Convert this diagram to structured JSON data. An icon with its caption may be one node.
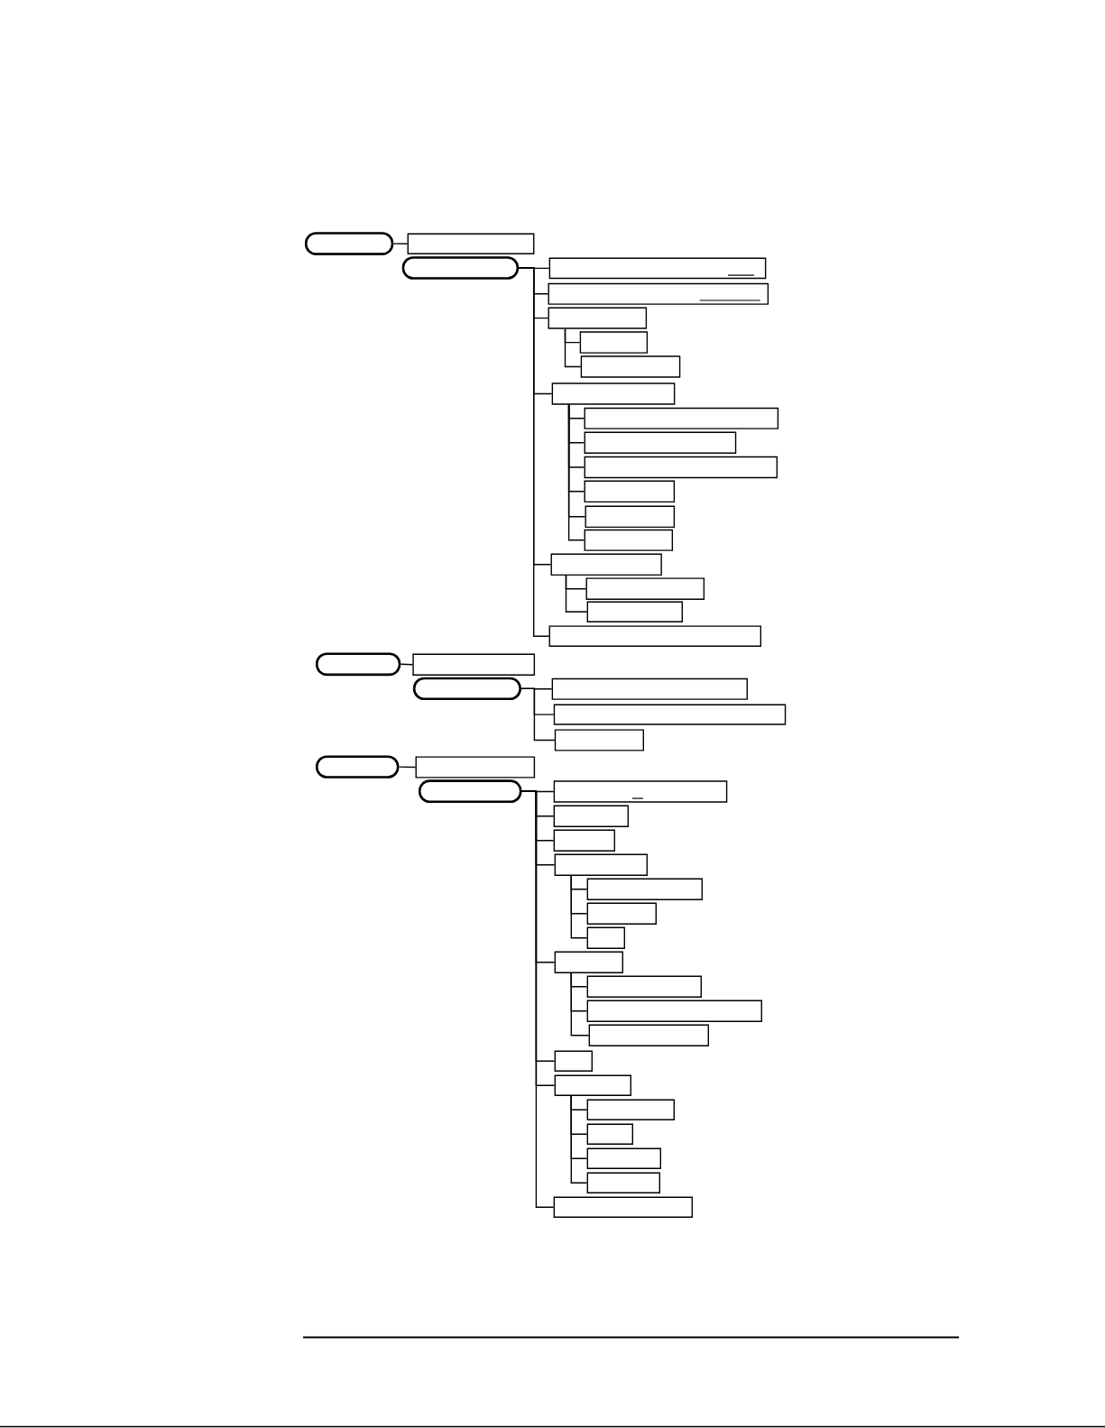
{
  "diagram": {
    "nodes": [
      {
        "text": [],
        "shape": "pill"
      },
      {
        "text": [],
        "shape": "box"
      },
      {
        "text": [],
        "shape": "pill"
      },
      {
        "text": [],
        "shape": "box"
      },
      {
        "text": [],
        "shape": "box"
      },
      {
        "text": [],
        "shape": "box"
      },
      {
        "text": [],
        "shape": "box"
      },
      {
        "text": [],
        "shape": "box"
      },
      {
        "text": [],
        "shape": "box"
      },
      {
        "text": [],
        "shape": "box"
      },
      {
        "text": [],
        "shape": "box"
      },
      {
        "text": [],
        "shape": "box"
      },
      {
        "text": [],
        "shape": "box"
      },
      {
        "text": [],
        "shape": "box"
      },
      {
        "text": [],
        "shape": "box"
      },
      {
        "text": [],
        "shape": "box"
      },
      {
        "text": [],
        "shape": "box"
      },
      {
        "text": [],
        "shape": "box"
      },
      {
        "text": [],
        "shape": "box"
      },
      {
        "text": [],
        "shape": "pill"
      },
      {
        "text": [],
        "shape": "box"
      },
      {
        "text": [],
        "shape": "pill"
      },
      {
        "text": [],
        "shape": "box"
      },
      {
        "text": [],
        "shape": "box"
      },
      {
        "text": [],
        "shape": "box"
      },
      {
        "text": [],
        "shape": "pill"
      },
      {
        "text": [],
        "shape": "box"
      },
      {
        "text": [],
        "shape": "pill"
      },
      {
        "text": [],
        "shape": "box"
      },
      {
        "text": [],
        "shape": "box"
      },
      {
        "text": [],
        "shape": "box"
      },
      {
        "text": [],
        "shape": "box"
      },
      {
        "text": [],
        "shape": "box"
      },
      {
        "text": [],
        "shape": "box"
      },
      {
        "text": [],
        "shape": "box"
      },
      {
        "text": [],
        "shape": "box"
      },
      {
        "text": [],
        "shape": "box"
      },
      {
        "text": [],
        "shape": "box"
      },
      {
        "text": [],
        "shape": "box"
      },
      {
        "text": [],
        "shape": "box"
      },
      {
        "text": [],
        "shape": "box"
      },
      {
        "text": [],
        "shape": "box"
      },
      {
        "text": [],
        "shape": "box"
      },
      {
        "text": [],
        "shape": "box"
      },
      {
        "text": [],
        "shape": "box"
      },
      {
        "text": [],
        "shape": "box"
      }
    ],
    "edges": [
      {
        "from": 0,
        "to": 1,
        "arrow": "none"
      },
      {
        "from": 2,
        "to": 3,
        "arrow": "none"
      },
      {
        "from": 2,
        "to": 4,
        "arrow": "none"
      },
      {
        "from": 2,
        "to": 5,
        "arrow": "none"
      },
      {
        "from": 5,
        "to": 6,
        "arrow": "none"
      },
      {
        "from": 5,
        "to": 7,
        "arrow": "none"
      },
      {
        "from": 2,
        "to": 8,
        "arrow": "none"
      },
      {
        "from": 8,
        "to": 9,
        "arrow": "none"
      },
      {
        "from": 8,
        "to": 10,
        "arrow": "none"
      },
      {
        "from": 8,
        "to": 11,
        "arrow": "none"
      },
      {
        "from": 8,
        "to": 12,
        "arrow": "none"
      },
      {
        "from": 8,
        "to": 13,
        "arrow": "none"
      },
      {
        "from": 8,
        "to": 14,
        "arrow": "none"
      },
      {
        "from": 2,
        "to": 15,
        "arrow": "none"
      },
      {
        "from": 15,
        "to": 16,
        "arrow": "none"
      },
      {
        "from": 15,
        "to": 17,
        "arrow": "none"
      },
      {
        "from": 2,
        "to": 18,
        "arrow": "none"
      },
      {
        "from": 19,
        "to": 20,
        "arrow": "none"
      },
      {
        "from": 21,
        "to": 22,
        "arrow": "none"
      },
      {
        "from": 21,
        "to": 23,
        "arrow": "none"
      },
      {
        "from": 21,
        "to": 24,
        "arrow": "none"
      },
      {
        "from": 25,
        "to": 26,
        "arrow": "none"
      },
      {
        "from": 27,
        "to": 28,
        "arrow": "none"
      },
      {
        "from": 27,
        "to": 29,
        "arrow": "none"
      },
      {
        "from": 27,
        "to": 30,
        "arrow": "none"
      },
      {
        "from": 27,
        "to": 31,
        "arrow": "none"
      },
      {
        "from": 31,
        "to": 32,
        "arrow": "none"
      },
      {
        "from": 31,
        "to": 33,
        "arrow": "none"
      },
      {
        "from": 31,
        "to": 34,
        "arrow": "none"
      },
      {
        "from": 27,
        "to": 35,
        "arrow": "none"
      },
      {
        "from": 35,
        "to": 36,
        "arrow": "none"
      },
      {
        "from": 35,
        "to": 37,
        "arrow": "none"
      },
      {
        "from": 35,
        "to": 38,
        "arrow": "none"
      },
      {
        "from": 27,
        "to": 39,
        "arrow": "none"
      },
      {
        "from": 27,
        "to": 40,
        "arrow": "none"
      },
      {
        "from": 40,
        "to": 41,
        "arrow": "none"
      },
      {
        "from": 40,
        "to": 42,
        "arrow": "none"
      },
      {
        "from": 40,
        "to": 43,
        "arrow": "none"
      },
      {
        "from": 40,
        "to": 44,
        "arrow": "none"
      },
      {
        "from": 27,
        "to": 45,
        "arrow": "none"
      }
    ]
  }
}
